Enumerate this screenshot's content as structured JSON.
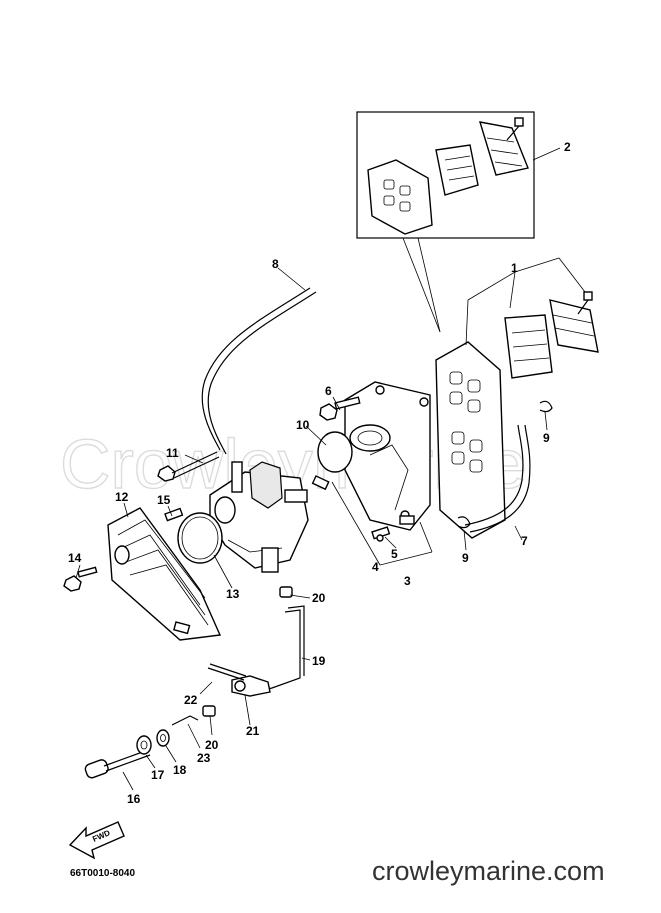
{
  "watermark": "Crowleymarine",
  "catalog_code": "66T0010-8040",
  "site_name": "crowleymarine.com",
  "fwd_label": "FWD",
  "callouts": [
    "1",
    "2",
    "3",
    "4",
    "5",
    "6",
    "7",
    "8",
    "9",
    "9",
    "10",
    "11",
    "12",
    "13",
    "14",
    "15",
    "16",
    "17",
    "18",
    "19",
    "20",
    "20",
    "21",
    "22",
    "23"
  ]
}
